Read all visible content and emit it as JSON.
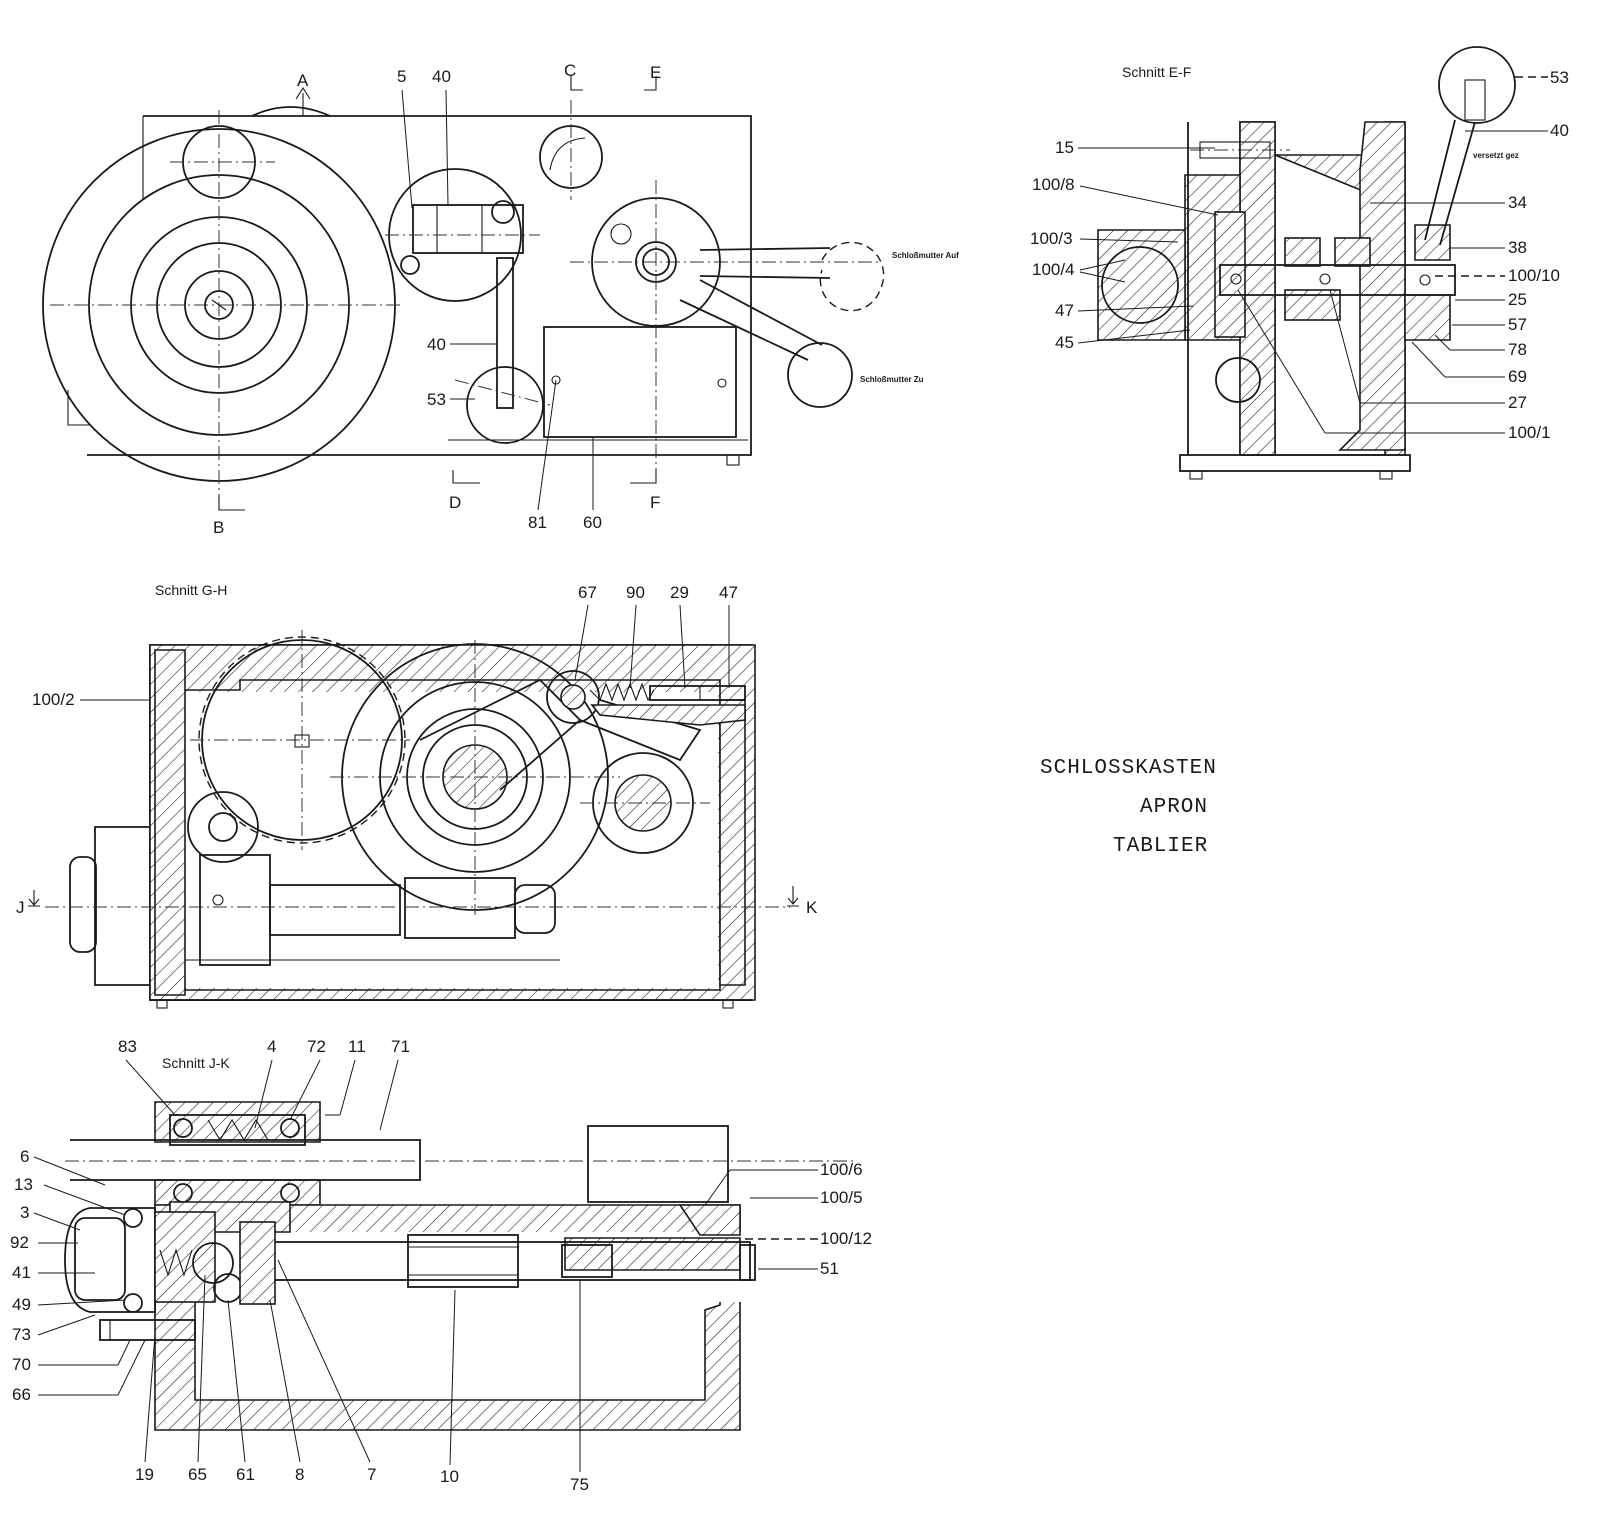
{
  "view_top": {
    "section_markers": [
      "A",
      "B",
      "C",
      "D",
      "E",
      "F"
    ],
    "labels": [
      "5",
      "40",
      "40",
      "53",
      "81",
      "60"
    ],
    "handle_positions": {
      "open": "Schloßmutter Auf",
      "closed": "Schloßmutter Zu"
    }
  },
  "view_ef": {
    "title": "Schnitt  E-F",
    "note": "versetzt gez",
    "labels_left": [
      "15",
      "100/8",
      "100/3",
      "100/4",
      "47",
      "45"
    ],
    "labels_right": [
      "53",
      "40",
      "34",
      "38",
      "100/10",
      "25",
      "57",
      "78",
      "69",
      "27",
      "100/1"
    ]
  },
  "view_gh": {
    "title": "Schnitt  G-H",
    "labels_top": [
      "67",
      "90",
      "29",
      "47"
    ],
    "label_left": "100/2",
    "section_markers": [
      "J",
      "K"
    ]
  },
  "view_jk": {
    "title": "Schnitt  J-K",
    "labels_top": [
      "83",
      "4",
      "72",
      "11",
      "71"
    ],
    "labels_left": [
      "6",
      "13",
      "3",
      "92",
      "41",
      "49",
      "73",
      "70",
      "66"
    ],
    "labels_right": [
      "100/6",
      "100/5",
      "100/12",
      "51"
    ],
    "labels_bottom": [
      "19",
      "65",
      "61",
      "8",
      "7",
      "10",
      "75"
    ]
  },
  "title_block": {
    "line1": "SCHLOSSKASTEN",
    "line2": "APRON",
    "line3": "TABLIER"
  }
}
